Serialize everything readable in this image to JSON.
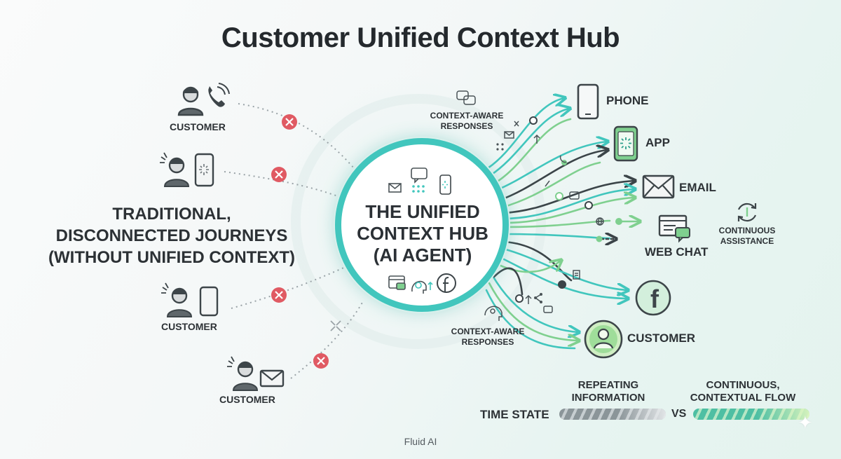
{
  "title": "Customer Unified Context Hub",
  "left": {
    "heading_line1": "TRADITIONAL,",
    "heading_line2": "DISCONNECTED JOURNEYS",
    "heading_line3": "(WITHOUT UNIFIED CONTEXT)",
    "customers": [
      {
        "label": "CUSTOMER",
        "device": "phone-call"
      },
      {
        "label": "",
        "device": "mobile"
      },
      {
        "label": "CUSTOMER",
        "device": "mobile"
      },
      {
        "label": "CUSTOMER",
        "device": "mail"
      }
    ]
  },
  "hub": {
    "line1": "THE UNIFIED",
    "line2": "CONTEXT HUB",
    "line3": "(AI AGENT)"
  },
  "annotations": {
    "context_top_line1": "CONTEXT-AWARE",
    "context_top_line2": "RESPONSES",
    "context_bottom_line1": "CONTEXT-AWARE",
    "context_bottom_line2": "RESPONSES",
    "continuous_line1": "CONTINUOUS",
    "continuous_line2": "ASSISTANCE"
  },
  "channels": {
    "phone": "PHONE",
    "app": "APP",
    "email": "EMAIL",
    "webchat": "WEB CHAT",
    "facebook_glyph": "f",
    "customer": "CUSTOMER"
  },
  "legend": {
    "repeating_line1": "REPEATING",
    "repeating_line2": "INFORMATION",
    "time_state": "TIME STATE",
    "vs": "VS",
    "continuous_line1": "CONTINUOUS,",
    "continuous_line2": "CONTEXTUAL FLOW"
  },
  "footer": "Fluid AI",
  "colors": {
    "teal": "#41c6bd",
    "green": "#7fd08f",
    "dark": "#3b4448",
    "error_red": "#e05a63"
  }
}
